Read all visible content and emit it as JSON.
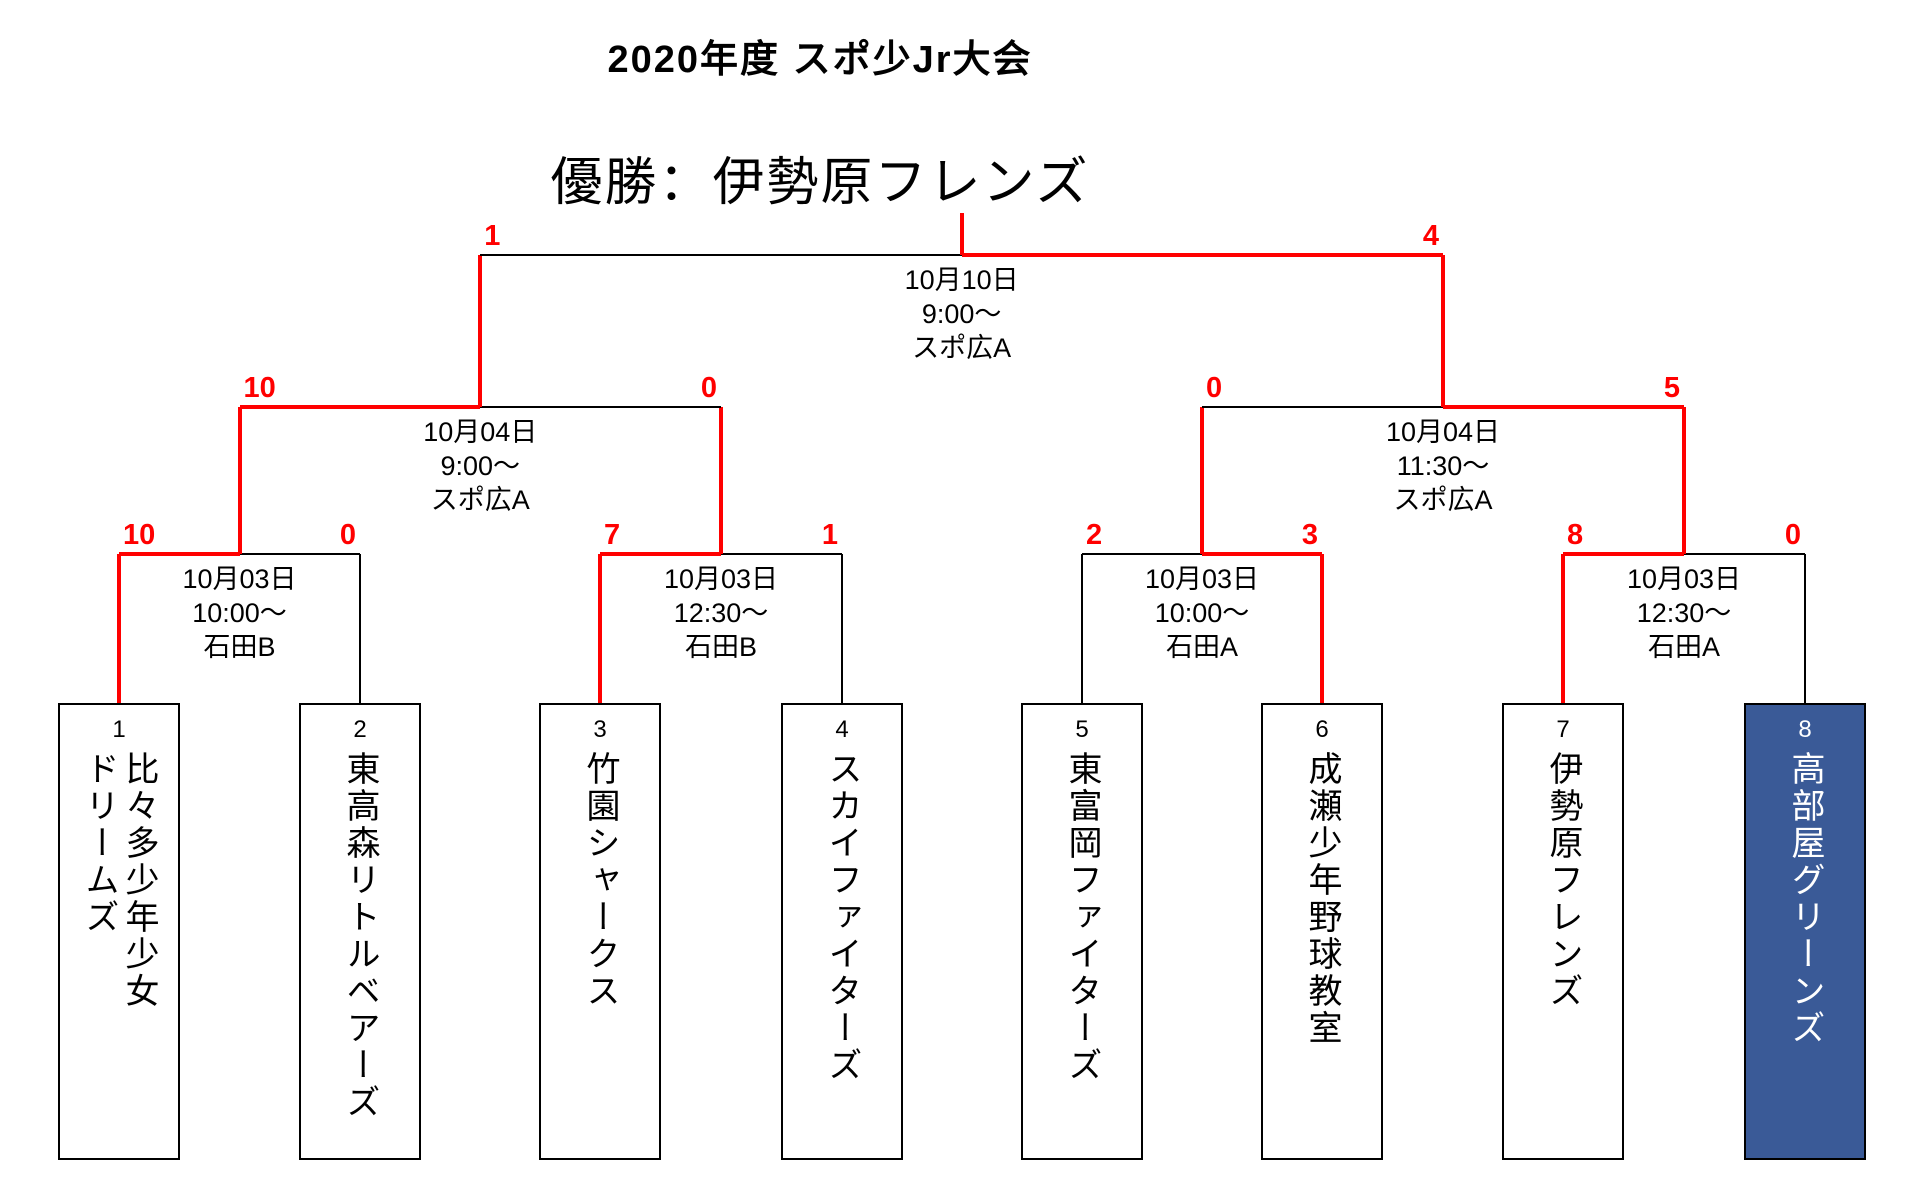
{
  "title": "2020年度 スポ少Jr大会",
  "champion": {
    "label": "優勝",
    "team": "伊勢原フレンズ",
    "full": "優勝：伊勢原フレンズ"
  },
  "colors": {
    "winner_path": "#ff0000",
    "line": "#000000",
    "highlight_fill": "#3a5a97",
    "highlight_text": "#ffffff"
  },
  "teams": [
    {
      "seed": "1",
      "name": "比々多少年少女ドリームズ",
      "name_display": "比々多少年少女\nドリームズ",
      "highlighted": false
    },
    {
      "seed": "2",
      "name": "東高森リトルベアーズ",
      "name_display": "東高森リトルベアーズ",
      "highlighted": false
    },
    {
      "seed": "3",
      "name": "竹園シャークス",
      "name_display": "竹園シャークス",
      "highlighted": false
    },
    {
      "seed": "4",
      "name": "スカイファイターズ",
      "name_display": "スカイファイターズ",
      "highlighted": false
    },
    {
      "seed": "5",
      "name": "東富岡ファイターズ",
      "name_display": "東富岡ファイターズ",
      "highlighted": false
    },
    {
      "seed": "6",
      "name": "成瀬少年野球教室",
      "name_display": "成瀬少年野球教室",
      "highlighted": false
    },
    {
      "seed": "7",
      "name": "伊勢原フレンズ",
      "name_display": "伊勢原フレンズ",
      "highlighted": false
    },
    {
      "seed": "8",
      "name": "高部屋グリーンズ",
      "name_display": "高部屋グリーンズ",
      "highlighted": true
    }
  ],
  "matches": [
    {
      "id": "QF1",
      "round": "quarterfinal",
      "date": "10月03日",
      "time": "10:00～",
      "venue": "石田B",
      "left_score": "10",
      "right_score": "0",
      "winner": "left"
    },
    {
      "id": "QF2",
      "round": "quarterfinal",
      "date": "10月03日",
      "time": "12:30～",
      "venue": "石田B",
      "left_score": "7",
      "right_score": "1",
      "winner": "left"
    },
    {
      "id": "QF3",
      "round": "quarterfinal",
      "date": "10月03日",
      "time": "10:00～",
      "venue": "石田A",
      "left_score": "2",
      "right_score": "3",
      "winner": "right"
    },
    {
      "id": "QF4",
      "round": "quarterfinal",
      "date": "10月03日",
      "time": "12:30～",
      "venue": "石田A",
      "left_score": "8",
      "right_score": "0",
      "winner": "left"
    },
    {
      "id": "SF1",
      "round": "semifinal",
      "date": "10月04日",
      "time": "9:00～",
      "venue": "スポ広A",
      "left_score": "10",
      "right_score": "0",
      "winner": "left"
    },
    {
      "id": "SF2",
      "round": "semifinal",
      "date": "10月04日",
      "time": "11:30～",
      "venue": "スポ広A",
      "left_score": "0",
      "right_score": "5",
      "winner": "right"
    },
    {
      "id": "F",
      "round": "final",
      "date": "10月10日",
      "time": "9:00～",
      "venue": "スポ広A",
      "left_score": "1",
      "right_score": "4",
      "winner": "right"
    }
  ]
}
